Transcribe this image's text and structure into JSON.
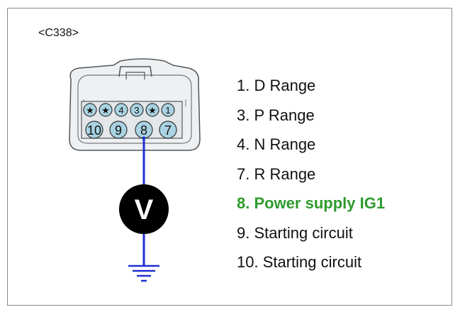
{
  "connector_id": "<C338>",
  "pins_top": [
    "★",
    "★",
    "4",
    "3",
    "★",
    "1"
  ],
  "pins_bottom": [
    "10",
    "9",
    "8",
    "7"
  ],
  "meter_symbol": "V",
  "legend": [
    {
      "text": "1. D Range",
      "highlight": false
    },
    {
      "text": "3. P Range",
      "highlight": false
    },
    {
      "text": "4. N Range",
      "highlight": false
    },
    {
      "text": "7. R Range",
      "highlight": false
    },
    {
      "text": "8. Power supply IG1",
      "highlight": true
    },
    {
      "text": "9. Starting circuit",
      "highlight": false
    },
    {
      "text": "10. Starting circuit",
      "highlight": false
    }
  ],
  "colors": {
    "pin_fill": "#a9d3e2",
    "probe_wire": "#1f2fd0",
    "highlight": "#2e9a2e",
    "connector_body": "#eef1f3"
  }
}
